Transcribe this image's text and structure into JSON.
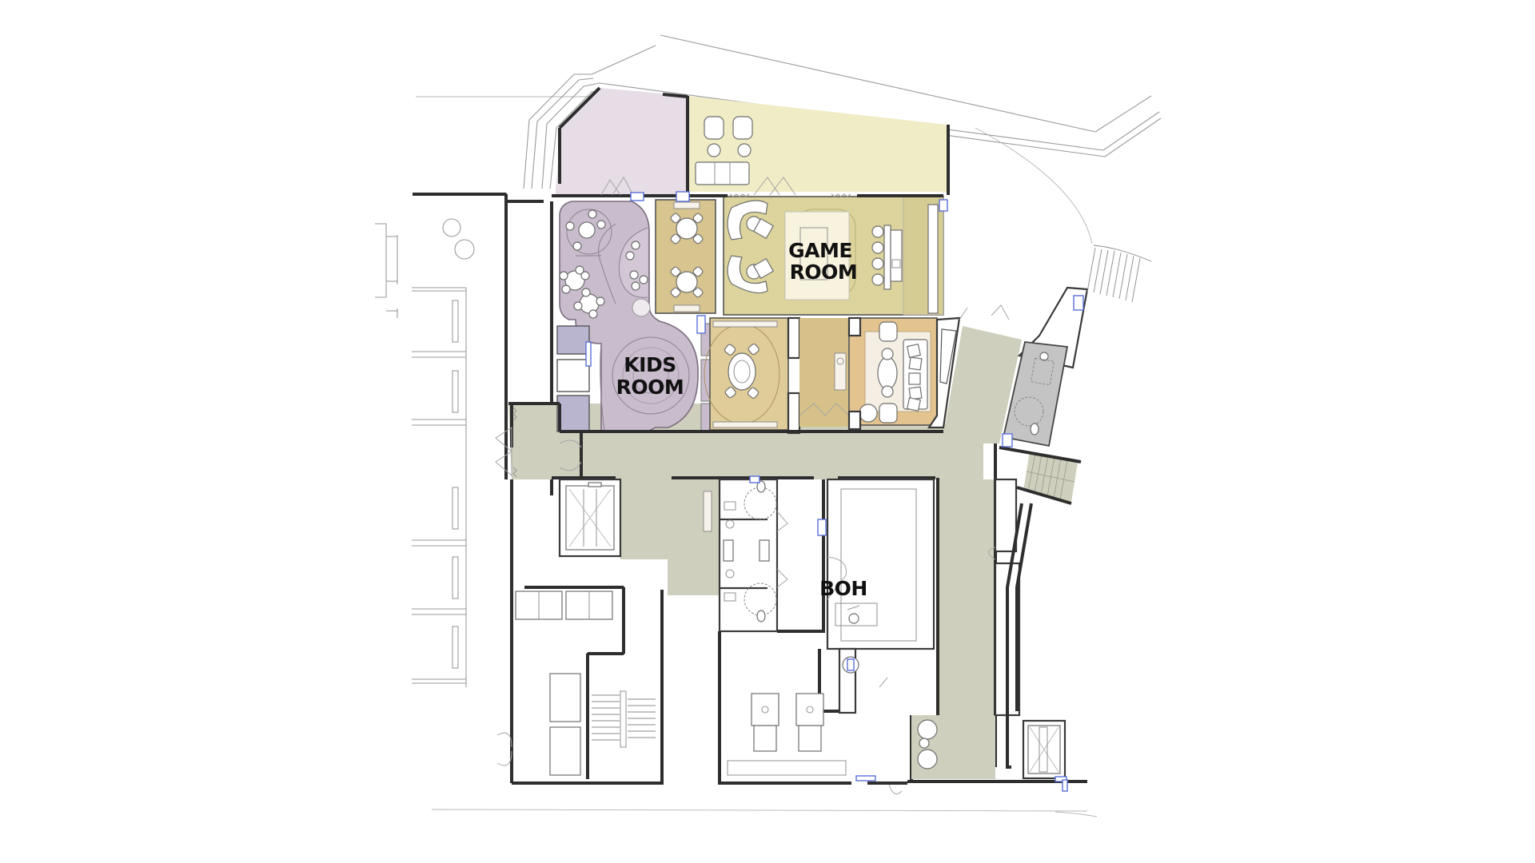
{
  "diagram": {
    "type": "architectural-floor-plan",
    "rooms": [
      {
        "id": "game-room",
        "label_line1": "GAME",
        "label_line2": "ROOM",
        "color": "#dcd49c"
      },
      {
        "id": "kids-room",
        "label_line1": "KIDS",
        "label_line2": "ROOM",
        "color": "#c9bccd"
      },
      {
        "id": "boh",
        "label_line1": "BOH",
        "color": "#ffffff"
      }
    ],
    "zones": {
      "terrace_purple": "#e6dde6",
      "terrace_yellow": "#f0edc6",
      "card_room": "#d8c48f",
      "dining": "#e0cc98",
      "lounge": "#e3c48f",
      "lounge_rug": "#f5efe3",
      "corridor": "#cfcfbd",
      "kids_wc": "#b9b5cf",
      "wc_grey": "#c4c4c4",
      "game_rug": "#f7f3de",
      "window_blue": "#5a6fd8"
    }
  }
}
